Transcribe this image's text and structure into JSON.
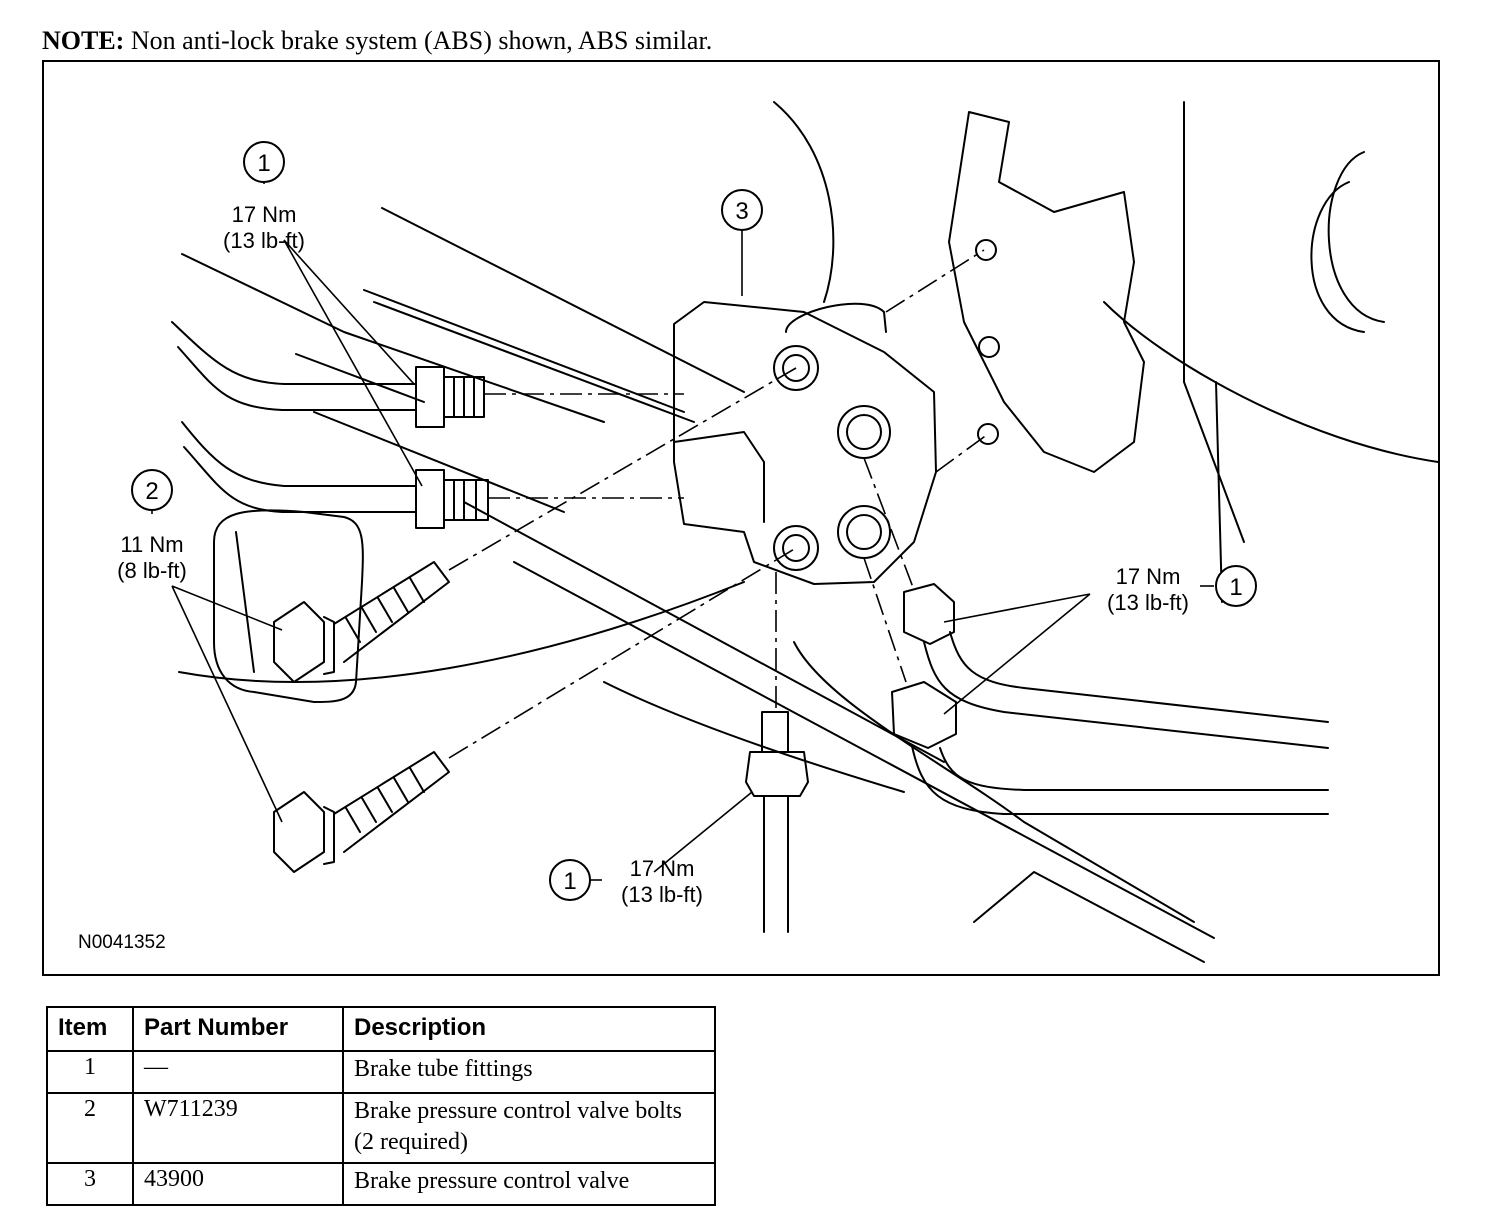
{
  "note": {
    "prefix": "NOTE:",
    "text": "Non anti-lock brake system (ABS) shown, ABS similar."
  },
  "figure_id": "N0041352",
  "callouts": [
    {
      "num": "1",
      "torque_nm": "17 Nm",
      "torque_lbft": "(13 lb-ft)"
    },
    {
      "num": "2",
      "torque_nm": "11 Nm",
      "torque_lbft": "(8 lb-ft)"
    },
    {
      "num": "3"
    },
    {
      "num": "1",
      "torque_nm": "17 Nm",
      "torque_lbft": "(13 lb-ft)"
    },
    {
      "num": "1",
      "torque_nm": "17 Nm",
      "torque_lbft": "(13 lb-ft)"
    }
  ],
  "table": {
    "headers": [
      "Item",
      "Part Number",
      "Description"
    ],
    "rows": [
      {
        "item": "1",
        "part": "—",
        "desc": "Brake tube fittings"
      },
      {
        "item": "2",
        "part": "W711239",
        "desc": "Brake pressure control valve bolts (2 required)"
      },
      {
        "item": "3",
        "part": "43900",
        "desc": "Brake pressure control valve"
      }
    ]
  }
}
